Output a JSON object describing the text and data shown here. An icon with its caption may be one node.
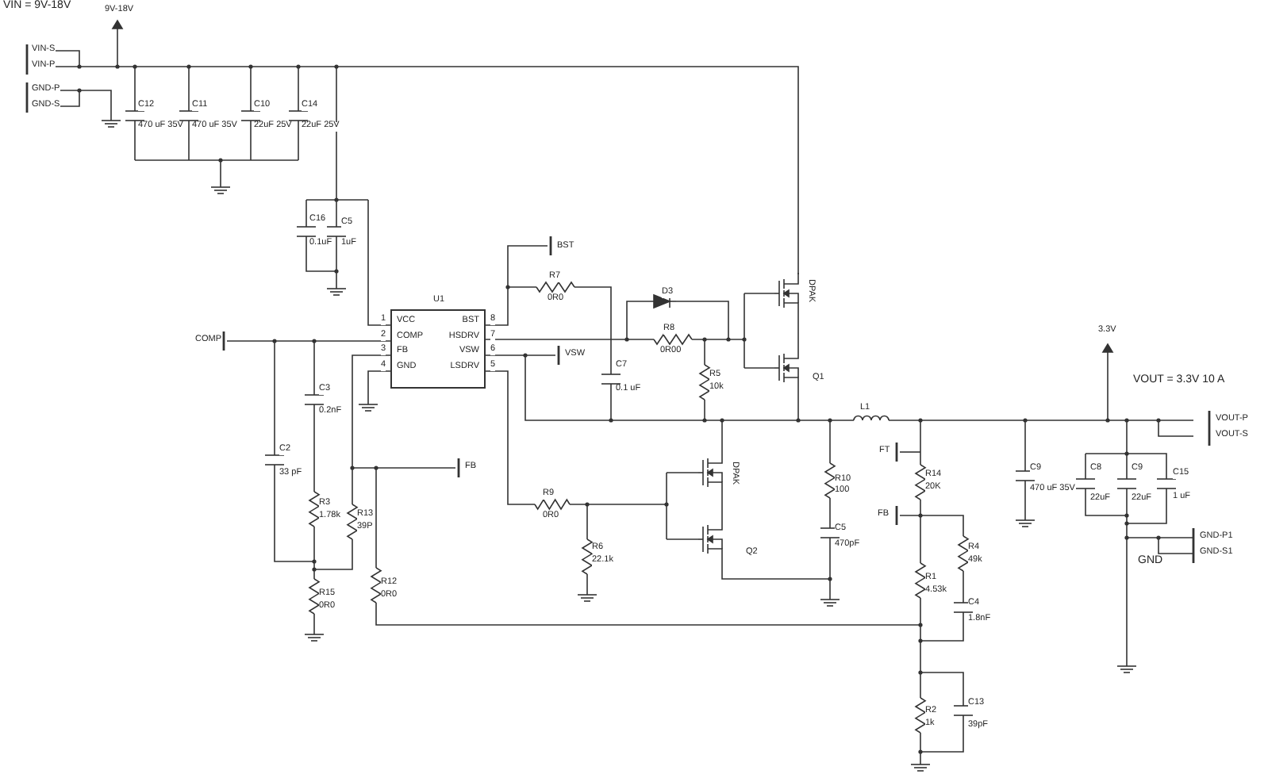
{
  "diagram": {
    "nodes": [
      {
        "text": [
          "VCC",
          "COMP",
          "FB",
          "GND",
          "BST",
          "HSDRV",
          "VSW",
          "LSDRV"
        ],
        "beside": [
          "U1"
        ]
      }
    ],
    "labels": [
      "VIN = 9V-18V",
      "9V-18V",
      "VIN-S",
      "VIN-P",
      "GND-P",
      "GND-S",
      "C12",
      "470 uF 35V",
      "C11",
      "470 uF 35V",
      "C10",
      "22uF 25V",
      "C14",
      "22uF 25V",
      "C16",
      "0.1uF",
      "C5",
      "1uF",
      "BST",
      "R7",
      "0R0",
      "1",
      "2",
      "3",
      "4",
      "8",
      "7",
      "6",
      "5",
      "COMP",
      "VSW",
      "C7",
      "0.1 uF",
      "D3",
      "R8",
      "0R00",
      "R5",
      "10k",
      "DPAK",
      "Q1",
      "L1",
      "C3",
      "0.2nF",
      "C2",
      "33 pF",
      "FB",
      "R3",
      "1.78k",
      "R13",
      "39P",
      "R9",
      "0R0",
      "R6",
      "22.1k",
      "DPAK",
      "Q2",
      "R10",
      "100",
      "C5",
      "470pF",
      "FT",
      "R14",
      "20K",
      "FB",
      "R4",
      "49k",
      "R1",
      "4.53k",
      "C4",
      "1.8nF",
      "R2",
      "1k",
      "C13",
      "39pF",
      "R15",
      "0R0",
      "R12",
      "0R0",
      "3.3V",
      "VOUT = 3.3V 10 A",
      "VOUT-P",
      "VOUT-S",
      "C9",
      "470 uF 35V",
      "C8",
      "22uF",
      "C9",
      "22uF",
      "C15",
      "1 uF",
      "GND",
      "GND-P1",
      "GND-S1"
    ]
  }
}
